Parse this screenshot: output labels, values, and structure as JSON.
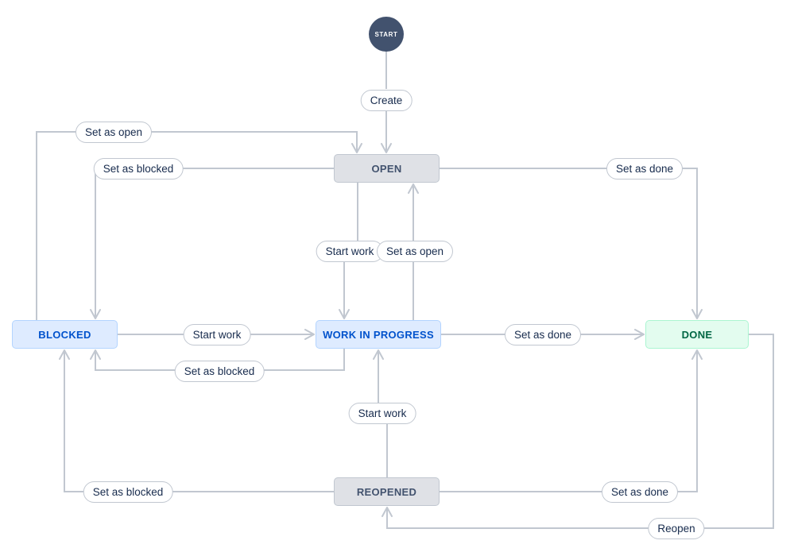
{
  "diagram": {
    "nodes": {
      "start": {
        "label": "START",
        "type": "start-point"
      },
      "open": {
        "label": "OPEN",
        "type": "status",
        "color": "gray"
      },
      "blocked": {
        "label": "BLOCKED",
        "type": "status",
        "color": "blue"
      },
      "work_in_progress": {
        "label": "WORK IN PROGRESS",
        "type": "status",
        "color": "blue"
      },
      "done": {
        "label": "DONE",
        "type": "status",
        "color": "green"
      },
      "reopened": {
        "label": "REOPENED",
        "type": "status",
        "color": "gray"
      }
    },
    "transitions": {
      "create": {
        "label": "Create",
        "from": "start",
        "to": "open"
      },
      "blocked_to_open": {
        "label": "Set as open",
        "from": "blocked",
        "to": "open"
      },
      "open_to_blocked": {
        "label": "Set as blocked",
        "from": "open",
        "to": "blocked"
      },
      "open_to_done": {
        "label": "Set as done",
        "from": "open",
        "to": "done"
      },
      "open_to_wip": {
        "label": "Start work",
        "from": "open",
        "to": "work_in_progress"
      },
      "wip_to_open": {
        "label": "Set as open",
        "from": "work_in_progress",
        "to": "open"
      },
      "blocked_to_wip": {
        "label": "Start work",
        "from": "blocked",
        "to": "work_in_progress"
      },
      "wip_to_done": {
        "label": "Set as done",
        "from": "work_in_progress",
        "to": "done"
      },
      "wip_to_blocked": {
        "label": "Set as blocked",
        "from": "work_in_progress",
        "to": "blocked"
      },
      "reopened_to_wip": {
        "label": "Start work",
        "from": "reopened",
        "to": "work_in_progress"
      },
      "reopened_to_blocked": {
        "label": "Set as blocked",
        "from": "reopened",
        "to": "blocked"
      },
      "reopened_to_done": {
        "label": "Set as done",
        "from": "reopened",
        "to": "done"
      },
      "done_to_reopened": {
        "label": "Reopen",
        "from": "done",
        "to": "reopened"
      }
    },
    "colors": {
      "connector": "#c1c7d0",
      "start_node_bg": "#42526e",
      "start_node_text": "#ffffff",
      "status_gray_bg": "#dfe1e6",
      "status_gray_border": "#c1c7d0",
      "status_gray_text": "#42526e",
      "status_blue_bg": "#deebff",
      "status_blue_border": "#b3d4ff",
      "status_blue_text": "#0052cc",
      "status_green_bg": "#e3fcef",
      "status_green_border": "#abf5d1",
      "status_green_text": "#006644",
      "transition_pill_bg": "#ffffff",
      "transition_pill_border": "#c1c7d0",
      "transition_pill_text": "#172b4d"
    }
  }
}
